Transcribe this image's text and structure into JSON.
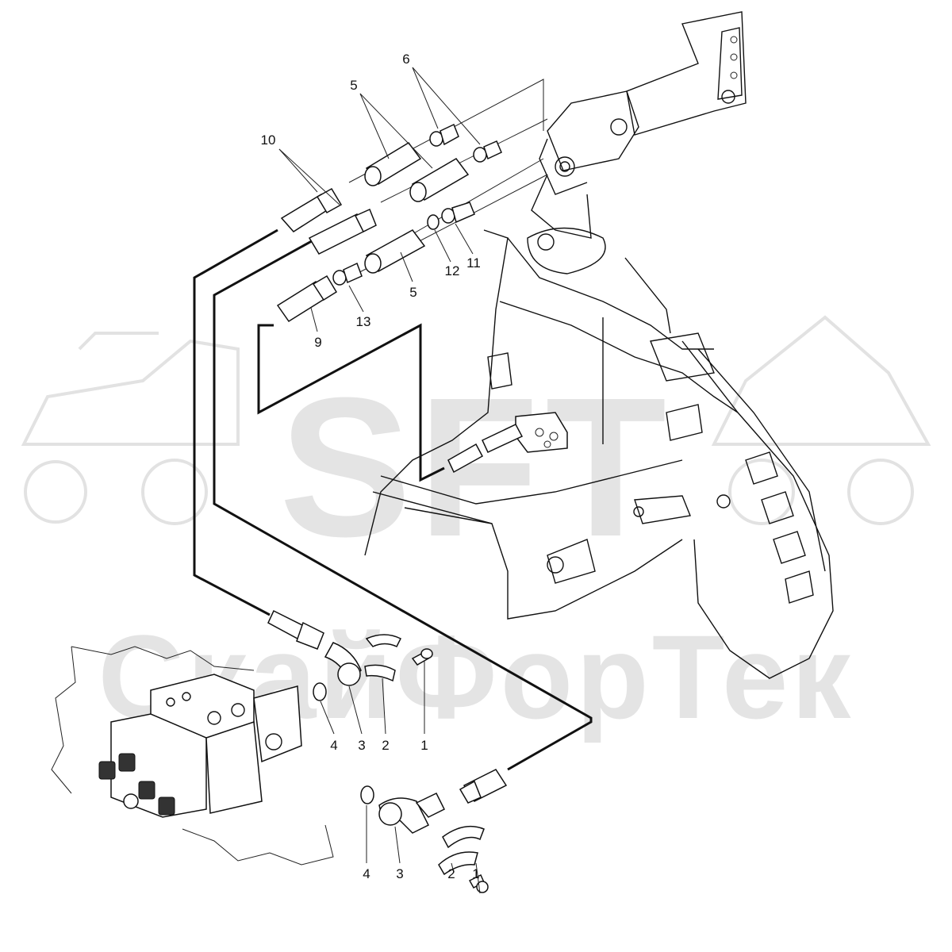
{
  "watermark": {
    "latin": "SFT",
    "cyrillic": "СкайФорТек"
  },
  "callouts": [
    {
      "id": "c10",
      "text": "10"
    },
    {
      "id": "c5a",
      "text": "5"
    },
    {
      "id": "c6",
      "text": "6"
    },
    {
      "id": "c12",
      "text": "12"
    },
    {
      "id": "c11",
      "text": "11"
    },
    {
      "id": "c5b",
      "text": "5"
    },
    {
      "id": "c13",
      "text": "13"
    },
    {
      "id": "c9",
      "text": "9"
    },
    {
      "id": "c4a",
      "text": "4"
    },
    {
      "id": "c3a",
      "text": "3"
    },
    {
      "id": "c2a",
      "text": "2"
    },
    {
      "id": "c1a",
      "text": "1"
    },
    {
      "id": "c4b",
      "text": "4"
    },
    {
      "id": "c3b",
      "text": "3"
    },
    {
      "id": "c2b",
      "text": "2"
    },
    {
      "id": "c1b",
      "text": "1"
    }
  ],
  "colors": {
    "line": "#111111",
    "watermark": "#e4e4e4",
    "background": "#ffffff"
  }
}
